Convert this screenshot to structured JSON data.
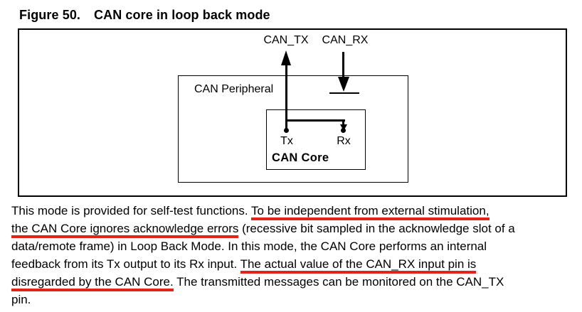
{
  "figure": {
    "label": "Figure 50.",
    "title": "CAN core in loop back mode"
  },
  "diagram": {
    "can_tx_label": "CAN_TX",
    "can_rx_label": "CAN_RX",
    "peripheral_label": "CAN Peripheral",
    "core_label": "CAN Core",
    "tx_pin_label": "Tx",
    "rx_pin_label": "Rx"
  },
  "colors": {
    "line_black": "#000000",
    "underline_red": "#e2231a"
  },
  "paragraph": {
    "lines": [
      {
        "segments": [
          {
            "text": "This mode is provided for self-test functions. ",
            "underline": false
          },
          {
            "text": "To be independent from external stimulation,",
            "underline": true
          }
        ]
      },
      {
        "segments": [
          {
            "text": "the CAN Core ignores acknowledge errors",
            "underline": true
          },
          {
            "text": " (recessive bit sampled in the acknowledge slot of a",
            "underline": false
          }
        ]
      },
      {
        "segments": [
          {
            "text": "data/remote frame) in Loop Back Mode. In this mode, the CAN Core performs an internal",
            "underline": false
          }
        ]
      },
      {
        "segments": [
          {
            "text": "feedback from its Tx output to its Rx input. ",
            "underline": false
          },
          {
            "text": "The actual value of the CAN_RX input pin is",
            "underline": true
          }
        ]
      },
      {
        "segments": [
          {
            "text": "disregarded by the CAN Core.",
            "underline": true
          },
          {
            "text": " The transmitted messages can be monitored on the CAN_TX",
            "underline": false
          }
        ]
      },
      {
        "segments": [
          {
            "text": "pin.",
            "underline": false
          }
        ]
      }
    ]
  }
}
